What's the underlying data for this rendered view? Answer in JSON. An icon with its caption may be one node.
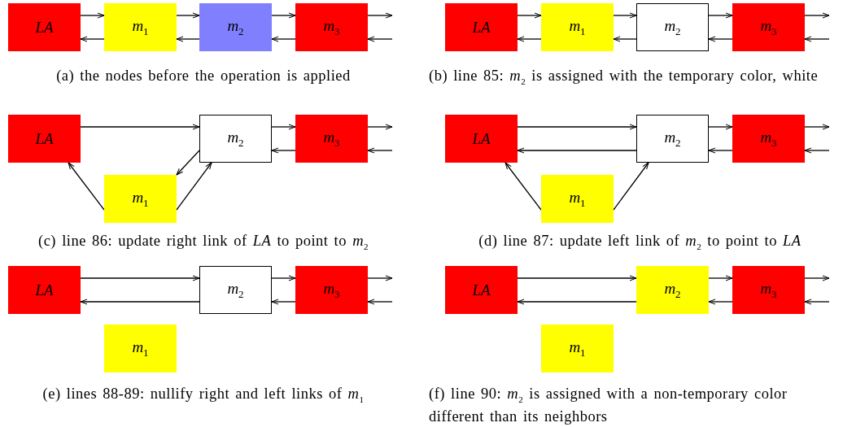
{
  "diagram": {
    "nodes": [
      {
        "text": [
          "LA"
        ]
      },
      {
        "text": [
          "m$_{1}$"
        ]
      },
      {
        "text": [
          "m$_{2}$"
        ]
      },
      {
        "text": [
          "m$_{3}$"
        ]
      },
      {
        "text": [
          "LA"
        ]
      },
      {
        "text": [
          "m$_{1}$"
        ]
      },
      {
        "text": [
          "m$_{2}$"
        ]
      },
      {
        "text": [
          "m$_{3}$"
        ]
      },
      {
        "text": [
          "LA"
        ]
      },
      {
        "text": [
          "m$_{2}$"
        ]
      },
      {
        "text": [
          "m$_{3}$"
        ]
      },
      {
        "text": [
          "m$_{1}$"
        ]
      },
      {
        "text": [
          "LA"
        ]
      },
      {
        "text": [
          "m$_{2}$"
        ]
      },
      {
        "text": [
          "m$_{3}$"
        ]
      },
      {
        "text": [
          "m$_{1}$"
        ]
      },
      {
        "text": [
          "LA"
        ]
      },
      {
        "text": [
          "m$_{2}$"
        ]
      },
      {
        "text": [
          "m$_{3}$"
        ]
      },
      {
        "text": [
          "m$_{1}$"
        ]
      },
      {
        "text": [
          "LA"
        ]
      },
      {
        "text": [
          "m$_{2}$"
        ]
      },
      {
        "text": [
          "m$_{3}$"
        ]
      },
      {
        "text": [
          "m$_{1}$"
        ]
      }
    ],
    "edges": [
      {
        "from": 0,
        "to": 1,
        "arrow": "to"
      },
      {
        "from": 1,
        "to": 0,
        "arrow": "to"
      },
      {
        "from": 1,
        "to": 2,
        "arrow": "to"
      },
      {
        "from": 2,
        "to": 1,
        "arrow": "to"
      },
      {
        "from": 2,
        "to": 3,
        "arrow": "to"
      },
      {
        "from": 3,
        "to": 2,
        "arrow": "to"
      },
      {
        "from": 3,
        "to": null,
        "arrow": "to"
      },
      {
        "from": null,
        "to": 3,
        "arrow": "to"
      },
      {
        "from": 4,
        "to": 5,
        "arrow": "to"
      },
      {
        "from": 5,
        "to": 4,
        "arrow": "to"
      },
      {
        "from": 5,
        "to": 6,
        "arrow": "to"
      },
      {
        "from": 6,
        "to": 5,
        "arrow": "to"
      },
      {
        "from": 6,
        "to": 7,
        "arrow": "to"
      },
      {
        "from": 7,
        "to": 6,
        "arrow": "to"
      },
      {
        "from": 7,
        "to": null,
        "arrow": "to"
      },
      {
        "from": null,
        "to": 7,
        "arrow": "to"
      },
      {
        "from": 8,
        "to": 9,
        "arrow": "to"
      },
      {
        "from": 9,
        "to": 10,
        "arrow": "to"
      },
      {
        "from": 10,
        "to": 9,
        "arrow": "to"
      },
      {
        "from": 10,
        "to": null,
        "arrow": "to"
      },
      {
        "from": null,
        "to": 10,
        "arrow": "to"
      },
      {
        "from": 11,
        "to": 8,
        "arrow": "to"
      },
      {
        "from": 9,
        "to": 11,
        "arrow": "to"
      },
      {
        "from": 11,
        "to": 9,
        "arrow": "to"
      },
      {
        "from": 12,
        "to": 13,
        "arrow": "to"
      },
      {
        "from": 13,
        "to": 12,
        "arrow": "to"
      },
      {
        "from": 13,
        "to": 14,
        "arrow": "to"
      },
      {
        "from": 14,
        "to": 13,
        "arrow": "to"
      },
      {
        "from": 14,
        "to": null,
        "arrow": "to"
      },
      {
        "from": null,
        "to": 14,
        "arrow": "to"
      },
      {
        "from": 15,
        "to": 12,
        "arrow": "to"
      },
      {
        "from": 15,
        "to": 13,
        "arrow": "to"
      },
      {
        "from": 16,
        "to": 17,
        "arrow": "to"
      },
      {
        "from": 17,
        "to": 16,
        "arrow": "to"
      },
      {
        "from": 17,
        "to": 18,
        "arrow": "to"
      },
      {
        "from": 18,
        "to": 17,
        "arrow": "to"
      },
      {
        "from": 18,
        "to": null,
        "arrow": "to"
      },
      {
        "from": null,
        "to": 18,
        "arrow": "to"
      },
      {
        "from": 20,
        "to": 21,
        "arrow": "to"
      },
      {
        "from": 21,
        "to": 20,
        "arrow": "to"
      },
      {
        "from": 21,
        "to": 22,
        "arrow": "to"
      },
      {
        "from": 22,
        "to": 21,
        "arrow": "to"
      },
      {
        "from": 22,
        "to": null,
        "arrow": "to"
      },
      {
        "from": null,
        "to": 22,
        "arrow": "to"
      }
    ],
    "labels": [
      "(a) the nodes before the operation is applied",
      "(b) line 85: *m*$_{2}$ is assigned with the temporary color, white",
      "(c) line 86: update right link of *LA* to point to *m*$_{2}$",
      "(d) line 87: update left link of *m*$_{2}$ to point to *LA*",
      "(e) lines 88-89: nullify right and left links of *m*$_{1}$",
      "(f) line 90: *m*$_{2}$ is assigned with a non-temporary color different than its neighbors"
    ]
  }
}
